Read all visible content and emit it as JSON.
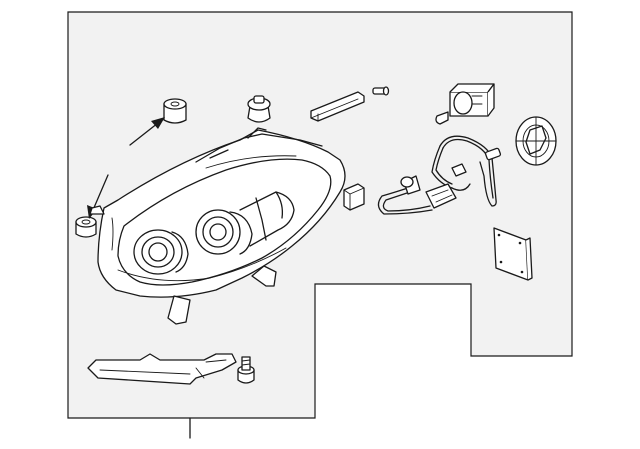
{
  "diagram": {
    "colors": {
      "panel": "#f2f2f2",
      "line": "#1a1a1a",
      "background": "#ffffff"
    },
    "parts": [
      {
        "id": "headlamp-assembly",
        "icon": "headlamp-icon"
      },
      {
        "id": "rubber-bushing-upper",
        "icon": "bushing-icon"
      },
      {
        "id": "rubber-bushing-lower",
        "icon": "bushing-icon"
      },
      {
        "id": "adjuster-nut",
        "icon": "nut-icon"
      },
      {
        "id": "mounting-bracket",
        "icon": "bracket-icon"
      },
      {
        "id": "retaining-pin",
        "icon": "pin-icon"
      },
      {
        "id": "bulb-socket",
        "icon": "bulb-icon"
      },
      {
        "id": "dust-cap",
        "icon": "cap-icon"
      },
      {
        "id": "wiring-harness",
        "icon": "harness-icon"
      },
      {
        "id": "connector",
        "icon": "connector-icon"
      },
      {
        "id": "control-module",
        "icon": "module-icon"
      },
      {
        "id": "lower-trim-bracket",
        "icon": "trim-icon"
      },
      {
        "id": "mounting-bolt",
        "icon": "bolt-icon"
      }
    ]
  }
}
